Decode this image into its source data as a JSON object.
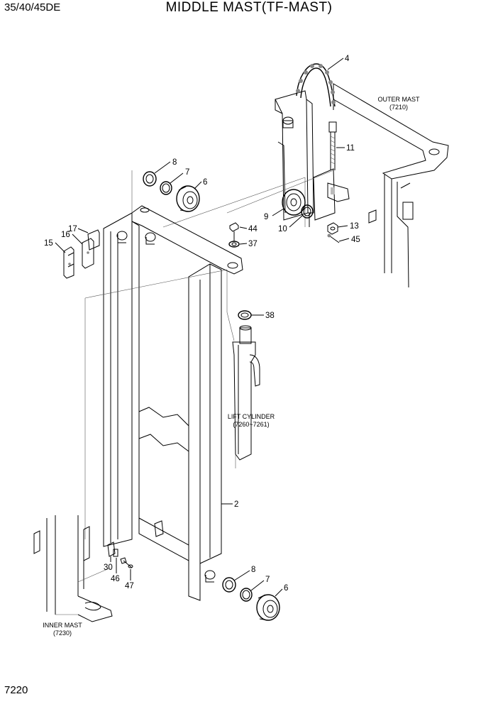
{
  "header": {
    "model": "35/40/45DE",
    "title": "MIDDLE MAST(TF-MAST)"
  },
  "footer": {
    "page": "7220"
  },
  "references": {
    "outer_mast": {
      "name": "OUTER MAST",
      "code": "(7210)"
    },
    "lift_cylinder": {
      "name": "LIFT CYLINDER",
      "code": "(7260~7261)"
    },
    "inner_mast": {
      "name": "INNER MAST",
      "code": "(7230)"
    }
  },
  "part_labels": [
    "4",
    "11",
    "8",
    "7",
    "6",
    "9",
    "10",
    "13",
    "45",
    "44",
    "37",
    "17",
    "16",
    "15",
    "38",
    "2",
    "30",
    "46",
    "47",
    "8",
    "7",
    "6"
  ]
}
